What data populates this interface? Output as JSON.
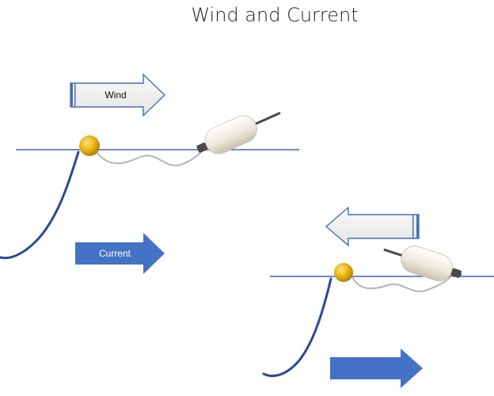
{
  "title": "Wind and Current",
  "labels": {
    "wind": "Wind",
    "current": "Current"
  },
  "colors": {
    "water_line": "#3a66c4",
    "anchor_line": "#2a4a94",
    "current_arrow": "#4472c4",
    "wind_arrow_fill": "#f2f2f2",
    "wind_arrow_stroke": "#4a6fb0",
    "buoy": "#e8b10f",
    "fender": "#f1ece2",
    "tether": "#b5b5b5"
  }
}
